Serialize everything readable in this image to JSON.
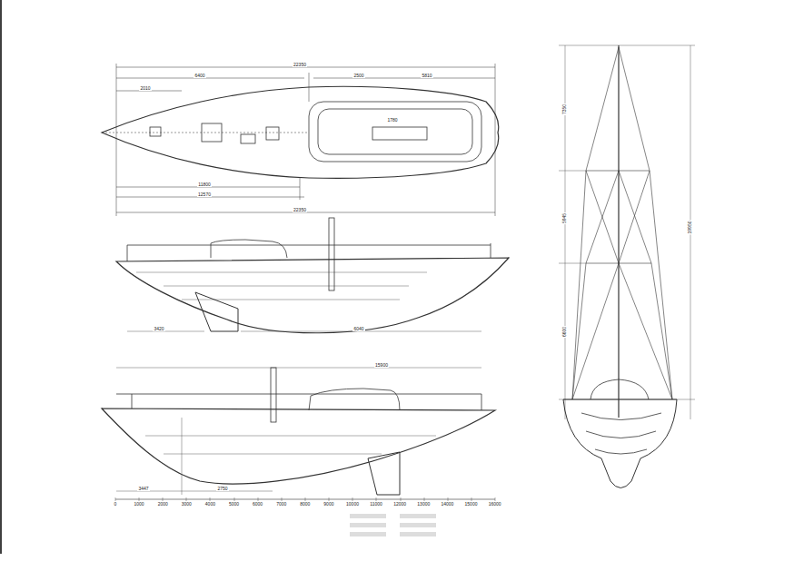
{
  "diagram": {
    "labels": [
      "22350",
      "6400",
      "2500",
      "5810",
      "2010",
      "1780",
      "11800",
      "12570",
      "22350",
      "3420",
      "6040",
      "15900",
      "3447",
      "2750",
      "0",
      "1000",
      "2000",
      "3000",
      "4000",
      "5000",
      "6000",
      "7000",
      "8000",
      "9000",
      "10000",
      "11000",
      "12000",
      "13000",
      "14000",
      "15000",
      "16000",
      "7350",
      "5945",
      "6600",
      "19950"
    ]
  }
}
